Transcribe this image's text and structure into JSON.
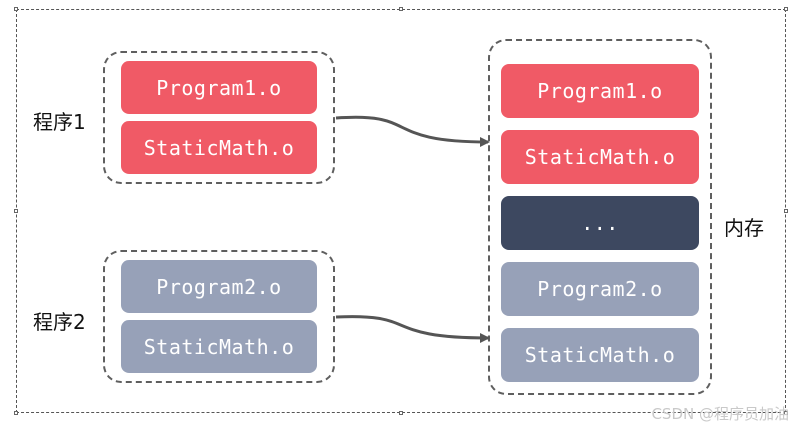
{
  "programs": [
    {
      "label": "程序1",
      "modules": [
        "Program1.o",
        "StaticMath.o"
      ]
    },
    {
      "label": "程序2",
      "modules": [
        "Program2.o",
        "StaticMath.o"
      ]
    }
  ],
  "memory": {
    "label": "内存",
    "modules": [
      "Program1.o",
      "StaticMath.o",
      "...",
      "Program2.o",
      "StaticMath.o"
    ]
  },
  "watermark": "CSDN @程序员加油",
  "colors": {
    "program1": "#f05a66",
    "program2": "#97a1b8",
    "ellipsis": "#3d4860",
    "border": "#5f5f5f"
  }
}
